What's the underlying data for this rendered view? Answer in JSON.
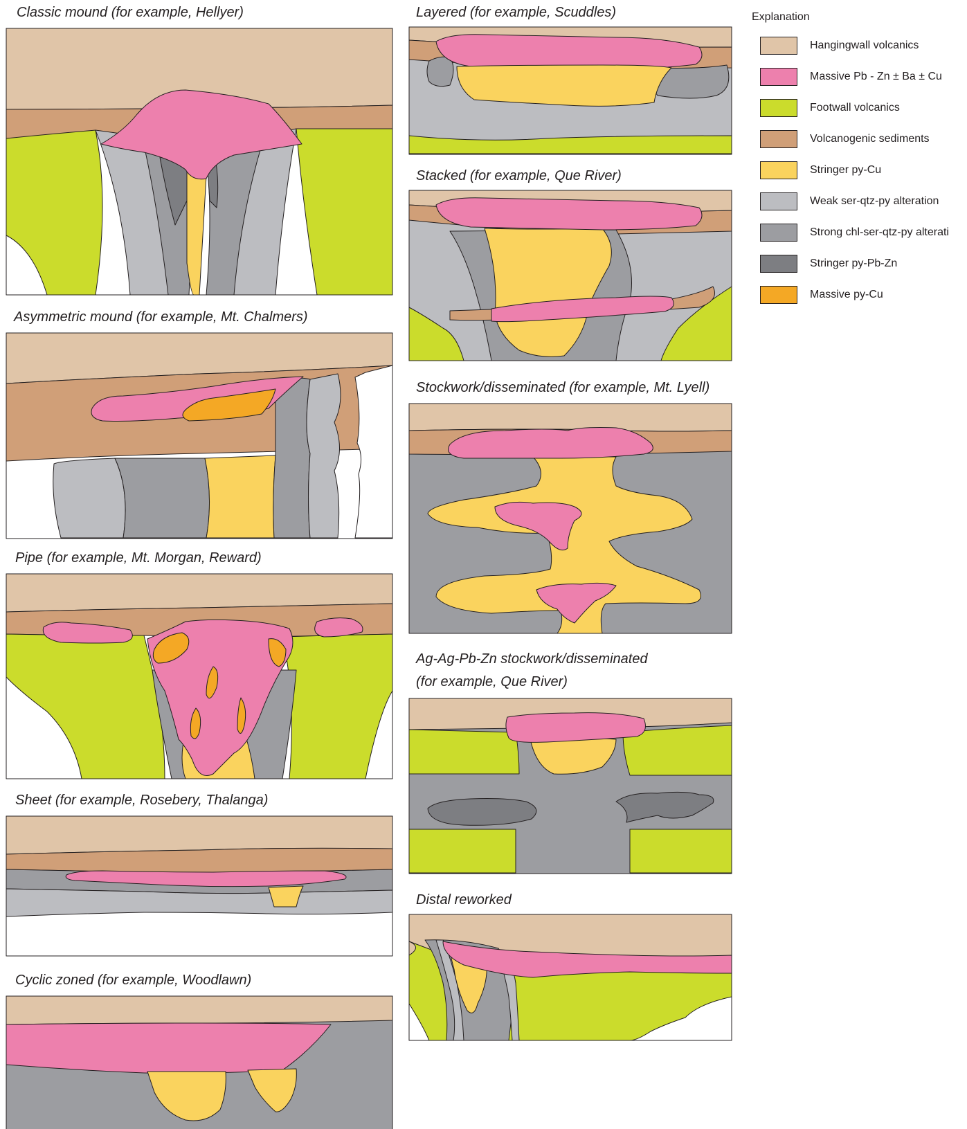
{
  "colors": {
    "hanging": "#e0c5a8",
    "massive": "#ed80ad",
    "footwall": "#cbdc2c",
    "sediment": "#d09f78",
    "stringer": "#fad35e",
    "weak": "#bcbdc1",
    "strong": "#9c9da1",
    "stringer_pbzn": "#7d7e82",
    "massive_pycu": "#f4a825"
  },
  "panels": {
    "classic": "Classic mound (for example, Hellyer)",
    "asymmetric": "Asymmetric mound (for example, Mt. Chalmers)",
    "pipe": "Pipe (for example, Mt. Morgan, Reward)",
    "sheet": "Sheet (for example, Rosebery, Thalanga)",
    "cyclic": "Cyclic zoned (for example, Woodlawn)",
    "layered": "Layered (for example, Scuddles)",
    "stacked": "Stacked (for example, Que River)",
    "stockwork": "Stockwork/disseminated (for example, Mt. Lyell)",
    "agstockwork_line1": "Ag-Ag-Pb-Zn stockwork/disseminated",
    "agstockwork_line2": "(for example, Que River)",
    "distal": "Distal reworked"
  },
  "legend": {
    "title": "Explanation",
    "items": [
      {
        "label": "Hangingwall volcanics",
        "color": "#e0c5a8",
        "icon": "hangingwall-swatch"
      },
      {
        "label": "Massive Pb - Zn ± Ba  ± Cu",
        "color": "#ed80ad",
        "icon": "massive-pbzn-swatch"
      },
      {
        "label": "Footwall volcanics",
        "color": "#cbdc2c",
        "icon": "footwall-swatch"
      },
      {
        "label": "Volcanogenic sediments",
        "color": "#d09f78",
        "icon": "sediments-swatch"
      },
      {
        "label": "Stringer py-Cu",
        "color": "#fad35e",
        "icon": "stringer-pycu-swatch"
      },
      {
        "label": "Weak ser-qtz-py alteration",
        "color": "#bcbdc1",
        "icon": "weak-alteration-swatch"
      },
      {
        "label": "Strong chl-ser-qtz-py alterati",
        "color": "#9c9da1",
        "icon": "strong-alteration-swatch"
      },
      {
        "label": "Stringer py-Pb-Zn",
        "color": "#7d7e82",
        "icon": "stringer-pbzn-swatch"
      },
      {
        "label": "Massive py-Cu",
        "color": "#f4a825",
        "icon": "massive-pycu-swatch"
      }
    ]
  }
}
